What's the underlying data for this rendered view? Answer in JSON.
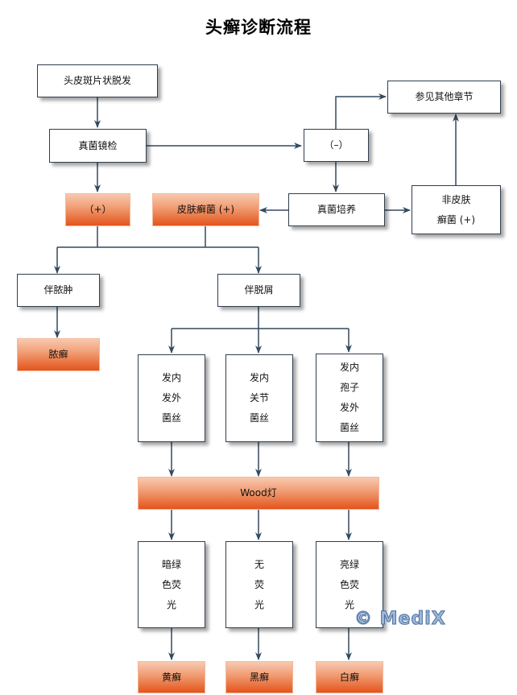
{
  "title": "头癣诊断流程",
  "watermark": "© MediX",
  "colors": {
    "line": "#34495e",
    "box_border": "#2f3e4e",
    "result_fill_top": "#f8c9b0",
    "result_fill_bottom": "#e4541c"
  },
  "nodes": {
    "start": "头皮斑片状脱发",
    "microscopy": "真菌镜检",
    "negative": "（–）",
    "see_other": "参见其他章节",
    "positive": "（+）",
    "dermatophyte_pos": "皮肤癣菌 (+)",
    "culture": "真菌培养",
    "non_dermatophyte_pos": "非皮肤\n癣菌 (+)",
    "with_kerion": "伴脓肿",
    "with_scaling": "伴脱屑",
    "kerion": "脓癣",
    "endo_ecto_hyphae": "发内\n发外\n菌丝",
    "endo_joint_hyphae": "发内\n关节\n菌丝",
    "endo_spore_ecto_hyphae": "发内\n孢子\n发外\n菌丝",
    "wood_lamp": "Wood灯",
    "dark_green_fluor": "暗绿\n色荧\n光",
    "no_fluor": "无\n荧\n光",
    "bright_green_fluor": "亮绿\n色荧\n光",
    "favus": "黄癣",
    "black_dot": "黑癣",
    "white": "白癣"
  }
}
